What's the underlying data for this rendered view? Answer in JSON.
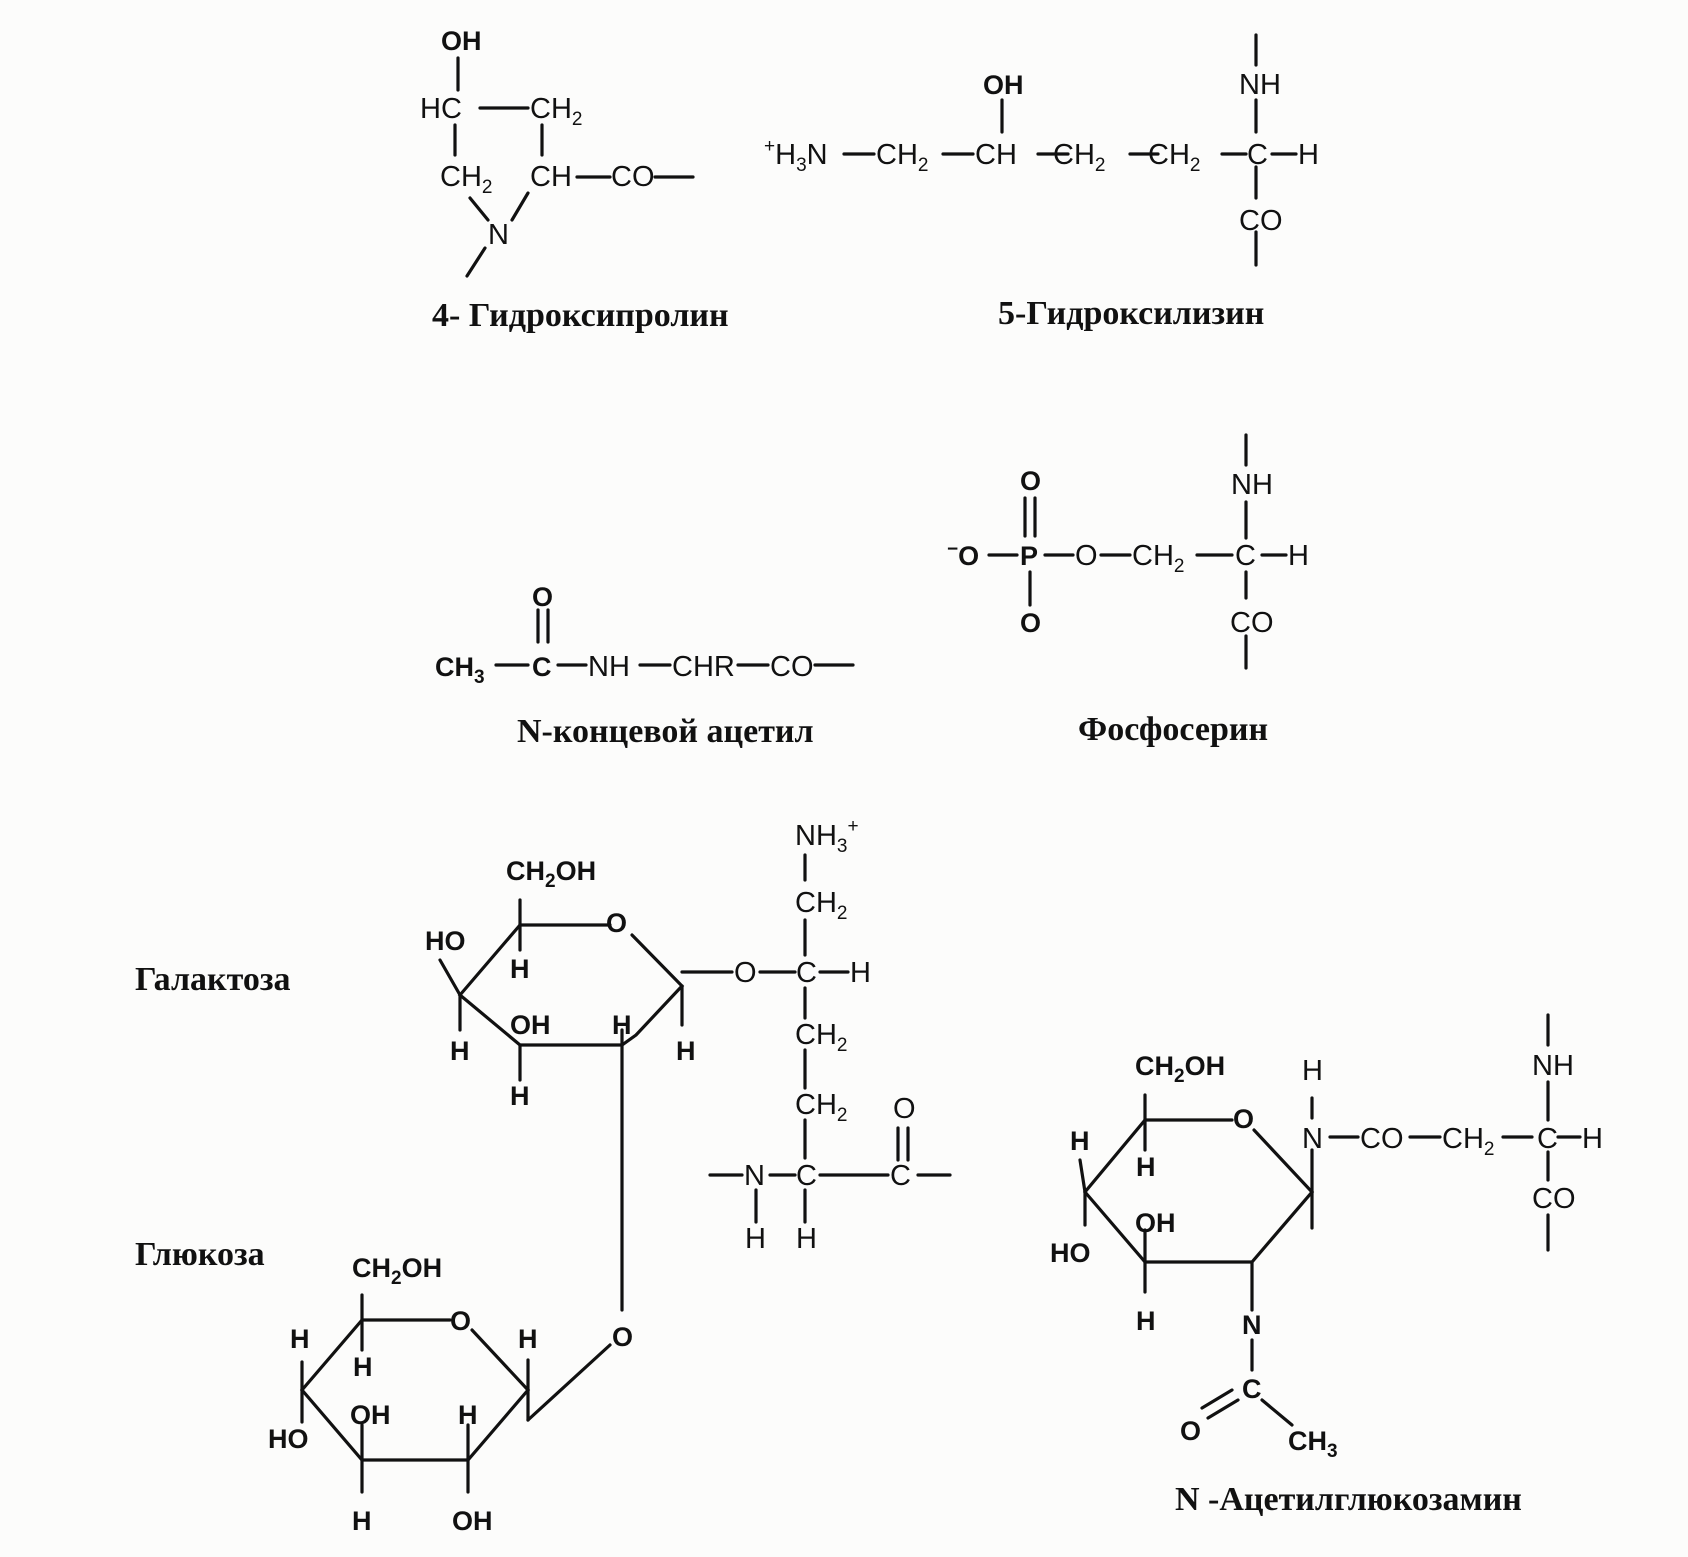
{
  "captions": {
    "hydroxyproline": "4- Гидроксипролин",
    "hydroxylysine": "5-Гидроксилизин",
    "acetyl": "N-концевой ацетил",
    "phosphoserine": "Фосфосерин",
    "galactose": "Галактоза",
    "glucose": "Глюкоза",
    "acetylglucosamine": "N -Ацетилглюкозамин"
  },
  "hydroxyproline": {
    "oh": "OH",
    "hc": "HC",
    "ch2_top": "CH",
    "ch2_left": "CH",
    "ch": "CH",
    "co": "CO",
    "n": "N",
    "sub2": "2"
  },
  "hydroxylysine": {
    "plus": "+",
    "h3n": "H",
    "sub3": "3",
    "n": "N",
    "ch2a": "CH",
    "ch": "CH",
    "oh": "OH",
    "ch2b": "CH",
    "ch2c": "CH",
    "c": "C",
    "h": "H",
    "nh": "NH",
    "co": "CO",
    "sub2": "2"
  },
  "acetyl": {
    "ch3": "CH",
    "sub3": "3",
    "c": "C",
    "o": "O",
    "nh": "NH",
    "chr": "CHR",
    "co": "CO"
  },
  "phosphoserine": {
    "minus": "−",
    "o1": "O",
    "p": "P",
    "o_top": "O",
    "o_bot": "O",
    "o2": "O",
    "ch2": "CH",
    "sub2": "2",
    "c": "C",
    "h": "H",
    "nh": "NH",
    "co": "CO"
  },
  "galactose": {
    "ch2oh": "CH",
    "oh_end": "OH",
    "sub2": "2",
    "ring_o": "O",
    "ho": "HO",
    "h1": "H",
    "h2": "H",
    "oh": "OH",
    "h3": "H",
    "h4": "H",
    "h5": "H"
  },
  "glucose": {
    "ch2oh": "CH",
    "oh_end": "OH",
    "sub2": "2",
    "ring_o": "O",
    "h1": "H",
    "h2": "H",
    "h3": "H",
    "ho": "HO",
    "oh": "OH",
    "h4": "H",
    "h5": "H",
    "oh2": "OH",
    "link_o": "O"
  },
  "lysine_link": {
    "nh3": "NH",
    "sub3": "3",
    "plus": "+",
    "ch2a": "CH",
    "o": "O",
    "c": "C",
    "h": "H",
    "ch2b": "CH",
    "ch2c": "CH",
    "co_o": "O",
    "n": "N",
    "c2": "C",
    "c3": "C",
    "h_n": "H",
    "h_c": "H",
    "sub2": "2"
  },
  "acetylglucosamine": {
    "ch2oh": "CH",
    "oh_end": "OH",
    "sub2": "2",
    "ring_o": "O",
    "h1": "H",
    "h2": "H",
    "h_top": "H",
    "n1": "N",
    "co": "CO",
    "ch2": "CH",
    "c": "C",
    "h": "H",
    "nh": "NH",
    "co2": "CO",
    "ho": "HO",
    "oh": "OH",
    "h3": "H",
    "n2": "N",
    "c2": "C",
    "o": "O",
    "ch3": "CH",
    "sub3": "3"
  }
}
